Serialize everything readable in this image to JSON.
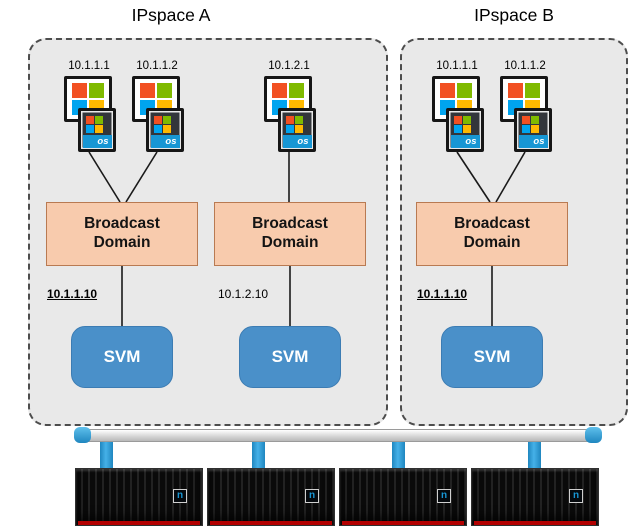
{
  "ipspace_a": {
    "title": "IPspace A",
    "hosts": [
      {
        "ip": "10.1.1.1"
      },
      {
        "ip": "10.1.1.2"
      },
      {
        "ip": "10.1.2.1"
      }
    ],
    "domains": [
      {
        "label": "Broadcast Domain",
        "svm_ip": "10.1.1.10",
        "svm_label": "SVM"
      },
      {
        "label": "Broadcast Domain",
        "svm_ip": "10.1.2.10",
        "svm_label": "SVM"
      }
    ]
  },
  "ipspace_b": {
    "title": "IPspace B",
    "hosts": [
      {
        "ip": "10.1.1.1"
      },
      {
        "ip": "10.1.1.2"
      }
    ],
    "domains": [
      {
        "label": "Broadcast Domain",
        "svm_ip": "10.1.1.10",
        "svm_label": "SVM"
      }
    ]
  },
  "host_icon": {
    "os_label": "os"
  },
  "storage": {
    "vendor_mark": "n"
  },
  "icons": {
    "windows-logo-icon": "four-color-squares-grid",
    "os-badge-icon": "nested-dark-box-with-os-label",
    "netapp-logo": "letter-n-in-square",
    "cluster-interconnect-pipe": "horizontal-silver-tube"
  },
  "colors": {
    "ipspace_bg": "#E9E9E9",
    "broadcast_domain_bg": "#F8CBAD",
    "svm_bg": "#4A90C9",
    "interconnect_blue": "#1F86BF",
    "shelf_black": "#141414",
    "led_red": "#B30000"
  }
}
